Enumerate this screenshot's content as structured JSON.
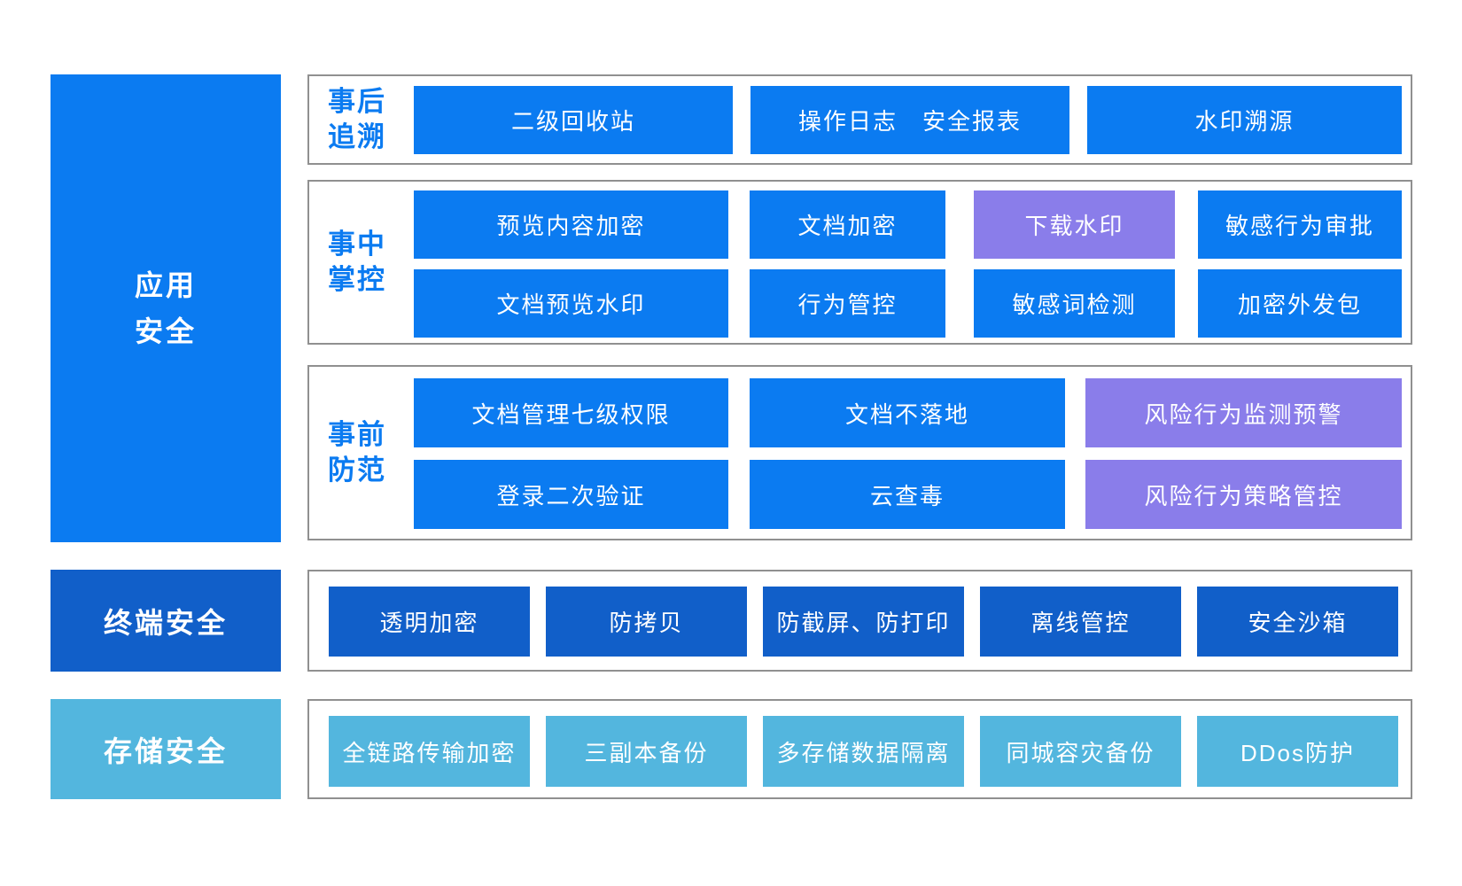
{
  "palette": {
    "primary_blue": "#0B7BF1",
    "dark_blue": "#115FC9",
    "light_blue": "#53B6DE",
    "purple": "#8A7DEA",
    "border_gray": "#909090",
    "text_white": "#FFFFFF"
  },
  "left_column": [
    {
      "id": "app-security",
      "lines": [
        "应用",
        "安全"
      ]
    },
    {
      "id": "terminal-security",
      "label": "终端安全"
    },
    {
      "id": "storage-security",
      "label": "存储安全"
    }
  ],
  "sections": [
    {
      "id": "post-event-tracing",
      "label_lines": [
        "事后",
        "追溯"
      ],
      "buttons": [
        {
          "label": "二级回收站",
          "variant": "blue"
        },
        {
          "label": "操作日志　安全报表",
          "variant": "blue"
        },
        {
          "label": "水印溯源",
          "variant": "blue"
        }
      ]
    },
    {
      "id": "in-process-control",
      "label_lines": [
        "事中",
        "掌控"
      ],
      "buttons": [
        {
          "label": "预览内容加密",
          "variant": "blue"
        },
        {
          "label": "文档加密",
          "variant": "blue"
        },
        {
          "label": "下载水印",
          "variant": "purple"
        },
        {
          "label": "敏感行为审批",
          "variant": "blue"
        },
        {
          "label": "文档预览水印",
          "variant": "blue"
        },
        {
          "label": "行为管控",
          "variant": "blue"
        },
        {
          "label": "敏感词检测",
          "variant": "blue"
        },
        {
          "label": "加密外发包",
          "variant": "blue"
        }
      ]
    },
    {
      "id": "pre-event-prevention",
      "label_lines": [
        "事前",
        "防范"
      ],
      "buttons": [
        {
          "label": "文档管理七级权限",
          "variant": "blue"
        },
        {
          "label": "文档不落地",
          "variant": "blue"
        },
        {
          "label": "风险行为监测预警",
          "variant": "purple"
        },
        {
          "label": "登录二次验证",
          "variant": "blue"
        },
        {
          "label": "云查毒",
          "variant": "blue"
        },
        {
          "label": "风险行为策略管控",
          "variant": "purple"
        }
      ]
    },
    {
      "id": "terminal-security-row",
      "label_lines": [],
      "buttons": [
        {
          "label": "透明加密",
          "variant": "dark"
        },
        {
          "label": "防拷贝",
          "variant": "dark"
        },
        {
          "label": "防截屏、防打印",
          "variant": "dark"
        },
        {
          "label": "离线管控",
          "variant": "dark"
        },
        {
          "label": "安全沙箱",
          "variant": "dark"
        }
      ]
    },
    {
      "id": "storage-security-row",
      "label_lines": [],
      "buttons": [
        {
          "label": "全链路传输加密",
          "variant": "light"
        },
        {
          "label": "三副本备份",
          "variant": "light"
        },
        {
          "label": "多存储数据隔离",
          "variant": "light"
        },
        {
          "label": "同城容灾备份",
          "variant": "light"
        },
        {
          "label": "DDos防护",
          "variant": "light"
        }
      ]
    }
  ]
}
